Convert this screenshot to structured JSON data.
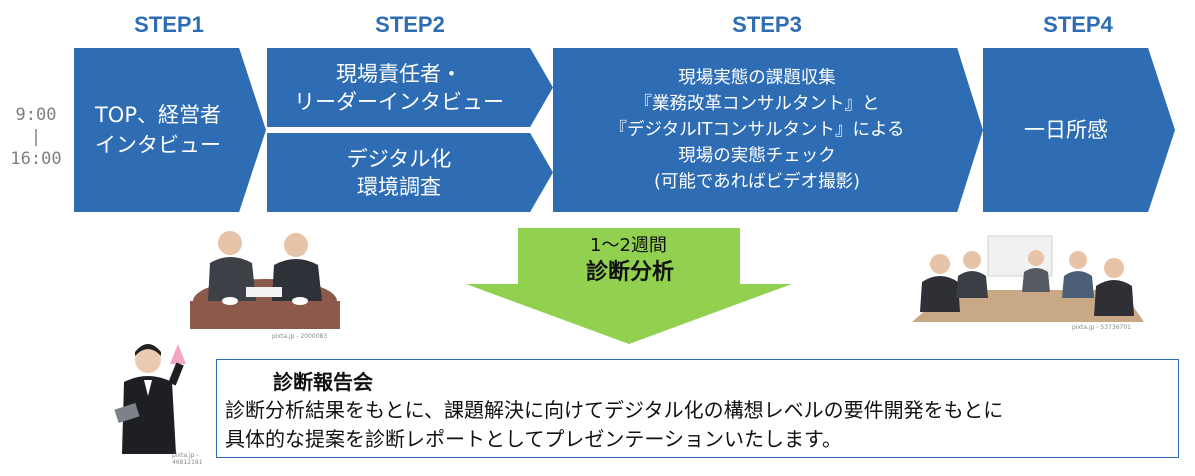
{
  "steps": [
    {
      "label": "STEP1"
    },
    {
      "label": "STEP2"
    },
    {
      "label": "STEP3"
    },
    {
      "label": "STEP4"
    }
  ],
  "time": {
    "start": "9:00",
    "separator": "|",
    "end": "16:00"
  },
  "boxes": {
    "step1": "TOP、経営者\nインタビュー",
    "step2_top": "現場責任者・\nリーダーインタビュー",
    "step2_bottom": "デジタル化\n環境調査",
    "step3": "現場実態の課題収集\n『業務改革コンサルタント』と\n『デジタルITコンサルタント』による\n現場の実態チェック\n(可能であればビデオ撮影)",
    "step4": "一日所感"
  },
  "analysis": {
    "period": "1〜2週間",
    "title": "診断分析"
  },
  "photos": {
    "left_caption": "pixta.jp - 2000083",
    "right_caption": "pixta.jp - 53736701",
    "person_caption": "pixta.jp - 46812191"
  },
  "report": {
    "title": "診断報告会",
    "body": "診断分析結果をもとに、課題解決に向けてデジタル化の構想レベルの要件開発をもとに\n具体的な提案を診断レポートとしてプレゼンテーションいたします。"
  },
  "colors": {
    "step_blue": "#2E6DB4",
    "arrow_green": "#92D050",
    "time_gray": "#7F7F7F"
  }
}
